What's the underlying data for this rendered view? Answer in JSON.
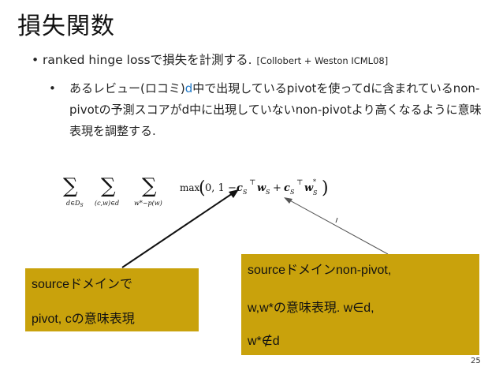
{
  "slide": {
    "title": "損失関数",
    "bullet1": {
      "text": "ranked hinge lossで損失を計測する.",
      "citation": "[Collobert + Weston ICML08]"
    },
    "bullet2": {
      "part1": "あるレビュー(ロコミ)",
      "highlight": "d",
      "part2": "中で出現しているpivotを使ってdに含まれているnon-pivotの予測スコアがd中に出現していないnon-pivotより高くなるように意味表現を調整する."
    },
    "formula": {
      "sum1_sub": "d∈D",
      "sum1_subsub": "S",
      "sum2_sub": "(c,w)∈d",
      "sum3_sub": "w*~p(w)",
      "max_label": "max",
      "expr_start": "0, 1 −",
      "c": "c",
      "cS_sub": "S",
      "T": "⊤",
      "w": "w",
      "wS_sub": "S",
      "plus": "+",
      "w_star_sup": "*",
      "w_star_sub": "S"
    },
    "box_left": {
      "line1": "sourceドメインで",
      "line2": "pivot, cの意味表現"
    },
    "box_right": {
      "line1": "sourceドメインnon-pivot,",
      "line2": "w,w*の意味表現. w∈d,",
      "line3": "w*∉d"
    },
    "page_number": "25",
    "colors": {
      "box": "#c9a20c",
      "highlight": "#1f78c8"
    }
  }
}
